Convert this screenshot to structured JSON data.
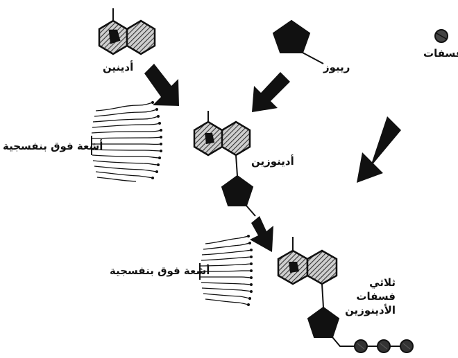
{
  "labels": {
    "phosphate": "فسفات",
    "adenine": "أدينين",
    "ribose": "ريبوز",
    "uv_top": "أشعة فوق بنفسجية",
    "adenosine": "أدينوزين",
    "uv_bottom": "أشعة فوق بنفسجية",
    "atp_line1": "ثلاثي فسفات",
    "atp_line2": "الأدينوزين"
  },
  "colors": {
    "ink": "#111111",
    "hatch": "#555555",
    "background": "#ffffff"
  },
  "icons": {
    "adenine": "fused-hexagon-ring-icon",
    "ribose": "pentagon-sugar-icon",
    "phosphate": "filled-circle-icon",
    "arrow": "bold-arrow-icon",
    "uv": "wavy-rays-icon"
  }
}
